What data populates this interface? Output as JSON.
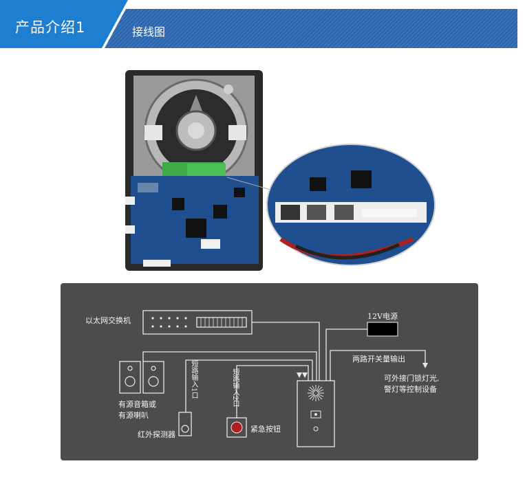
{
  "header": {
    "title": "产品介绍1",
    "subtitle": "接线图"
  },
  "diagram": {
    "switch_label": "以太网交换机",
    "power_label": "12V电源",
    "relay_output_label": "两路开关量输出",
    "relay_desc_line1": "可外接门锁灯光,",
    "relay_desc_line2": "警灯等控制设备",
    "speaker_label_line1": "有源音箱或",
    "speaker_label_line2": "有源喇叭",
    "input1_label": "短路输入1口",
    "input2_label": "短路输入2口",
    "pir_label": "红外探测器",
    "emergency_label": "紧急按钮"
  },
  "colors": {
    "header_blue": "#2b62a8",
    "tab_blue": "#1e7fd0",
    "diagram_bg": "#4c4c4c",
    "line_color": "#e8e8e8"
  }
}
